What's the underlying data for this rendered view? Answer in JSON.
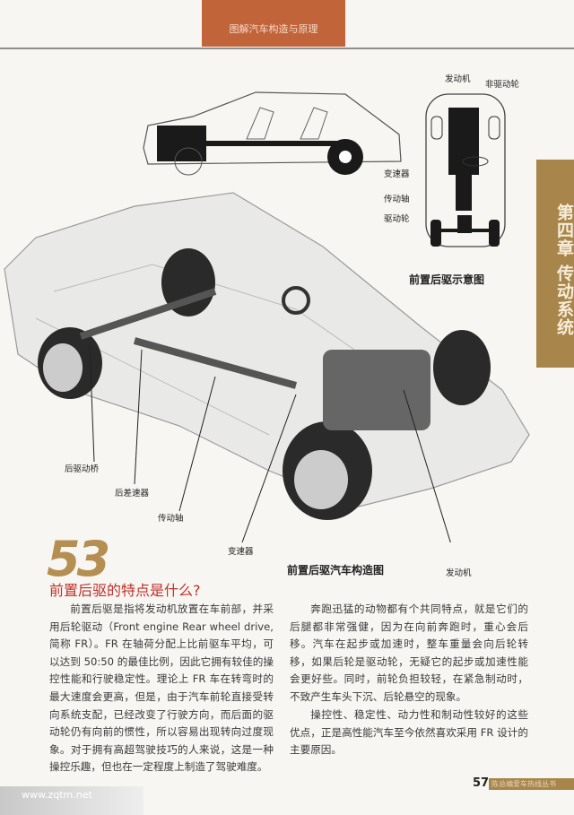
{
  "header": {
    "title": "图解汽车构造与原理"
  },
  "chapter_tab": {
    "text": "第四章 传动系统"
  },
  "schematic": {
    "labels": {
      "engine": "发动机",
      "non_drive_wheel": "非驱动轮",
      "gearbox": "变速器",
      "driveshaft": "传动轴",
      "drive_wheel": "驱动轮"
    },
    "caption": "前置后驱示意图"
  },
  "illustration": {
    "labels": {
      "rear_axle": "后驱动桥",
      "rear_diff": "后差速器",
      "driveshaft": "传动轴",
      "gearbox": "变速器",
      "engine": "发动机"
    },
    "caption": "前置后驱汽车构造图"
  },
  "article": {
    "number": "53",
    "question": "前置后驱的特点是什么?",
    "left_para": "前置后驱是指将发动机放置在车前部，并采用后轮驱动（Front engine Rear wheel drive, 简称 FR）。FR 在轴荷分配上比前驱车平均，可以达到 50:50 的最佳比例，因此它拥有较佳的操控性能和行驶稳定性。理论上 FR 车在转弯时的最大速度会更高，但是，由于汽车前轮直接受转向系统支配，已经改变了行驶方向，而后面的驱动轮仍有向前的惯性，所以容易出现转向过度现象。对于拥有高超驾驶技巧的人来说，这是一种操控乐趣，但也在一定程度上制造了驾驶难度。",
    "right_para1": "奔跑迅猛的动物都有个共同特点，就是它们的后腿都非常强健，因为在向前奔跑时，重心会后移。汽车在起步或加速时，整车重量会向后轮转移，如果后轮是驱动轮，无疑它的起步或加速性能会更好些。同时，前轮负担较轻，在紧急制动时，不致产生车头下沉、后轮悬空的现象。",
    "right_para2": "操控性、稳定性、动力性和制动性较好的这些优点，正是高性能汽车至今依然喜欢采用 FR 设计的主要原因。"
  },
  "footer": {
    "page": "57",
    "series": "陈总编爱车热线丛书"
  },
  "watermark": {
    "text": "www.zqtm.net"
  }
}
